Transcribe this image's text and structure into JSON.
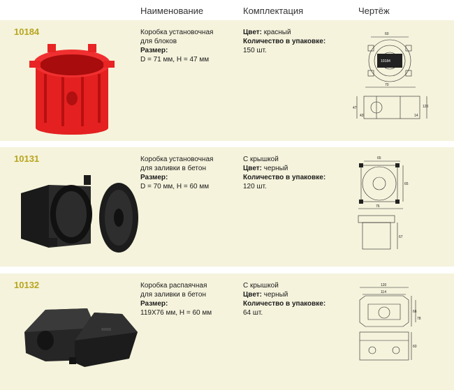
{
  "header": {
    "col_name": "Наименование",
    "col_kit": "Комплектация",
    "col_drawing": "Чертёж"
  },
  "products": [
    {
      "code": "10184",
      "name_lines": [
        "Коробка установочная",
        "для блоков"
      ],
      "size_label": "Размер:",
      "size_value": "D = 71 мм, H = 47 мм",
      "cover": "",
      "color_label": "Цвет:",
      "color_value": "красный",
      "qty_label": "Количество в упаковке:",
      "qty_value": "150 шт.",
      "color_hex": "#e21b1b",
      "dims": [
        "60",
        "70",
        "10184",
        "47",
        "43",
        "120",
        "14"
      ]
    },
    {
      "code": "10131",
      "name_lines": [
        "Коробка установочная",
        "для заливки в бетон"
      ],
      "size_label": "Размер:",
      "size_value": "D = 70 мм, H = 60 мм",
      "cover": "С крышкой",
      "color_label": "Цвет:",
      "color_value": "черный",
      "qty_label": "Количество в упаковке:",
      "qty_value": "120 шт.",
      "color_hex": "#1c1c1c",
      "dims": [
        "65",
        "65",
        "76",
        "67"
      ]
    },
    {
      "code": "10132",
      "name_lines": [
        "Коробка распаячная",
        "для заливки в бетон"
      ],
      "size_label": "Размер:",
      "size_value": "119X76 мм, H = 60 мм",
      "cover": "С крышкой",
      "color_label": "Цвет:",
      "color_value": "черный",
      "qty_label": "Количество в упаковке:",
      "qty_value": "64 шт.",
      "color_hex": "#1c1c1c",
      "dims": [
        "120",
        "114",
        "66",
        "78",
        "60"
      ]
    }
  ]
}
